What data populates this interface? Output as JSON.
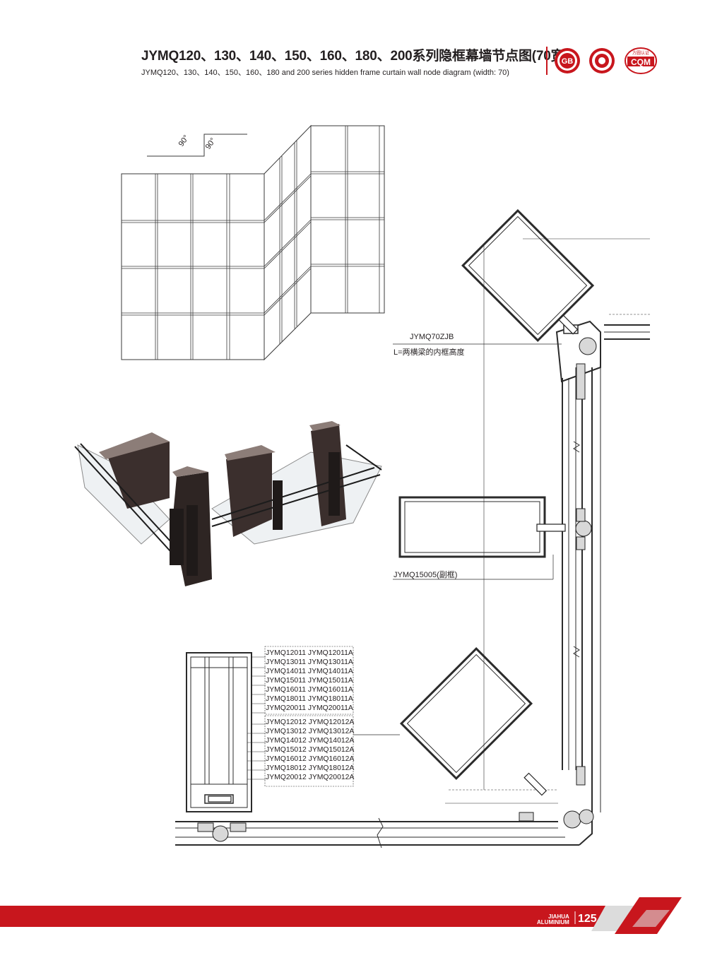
{
  "header": {
    "title_cn": "JYMQ120、130、140、150、160、180、200系列隐框幕墙节点图(70宽)",
    "title_en": "JYMQ120、130、140、150、160、180 and 200 series hidden frame curtain wall node diagram (width: 70)",
    "logo_1_text": "GB",
    "logo_3_text": "CQM",
    "logo_3_small": "方圆认证"
  },
  "elevation": {
    "angle_left": "90°",
    "angle_right": "90°"
  },
  "callouts": {
    "corner_profile_code": "JYMQ70ZJB",
    "corner_profile_note": "L=两横梁的内框高度",
    "sub_frame_code": "JYMQ15005(副框)"
  },
  "profile_codes_group_1": [
    "JYMQ12011 JYMQ12011A",
    "JYMQ13011 JYMQ13011A",
    "JYMQ14011 JYMQ14011A",
    "JYMQ15011 JYMQ15011A",
    "JYMQ16011 JYMQ16011A",
    "JYMQ18011 JYMQ18011A",
    "JYMQ20011 JYMQ20011A"
  ],
  "profile_codes_group_2": [
    "JYMQ12012 JYMQ12012A",
    "JYMQ13012 JYMQ13012A",
    "JYMQ14012 JYMQ14012A",
    "JYMQ15012 JYMQ15012A",
    "JYMQ16012 JYMQ16012A",
    "JYMQ18012 JYMQ18012A",
    "JYMQ20012 JYMQ20012A"
  ],
  "footer": {
    "brand_line_1": "JIAHUA",
    "brand_line_2": "ALUMINIUM",
    "page_number": "125"
  },
  "colors": {
    "brand_red": "#c8161d",
    "text": "#231f20",
    "line": "#3a3a3a",
    "profile_dark": "#3b2f2d",
    "footer_grey": "#dcdcdc"
  }
}
